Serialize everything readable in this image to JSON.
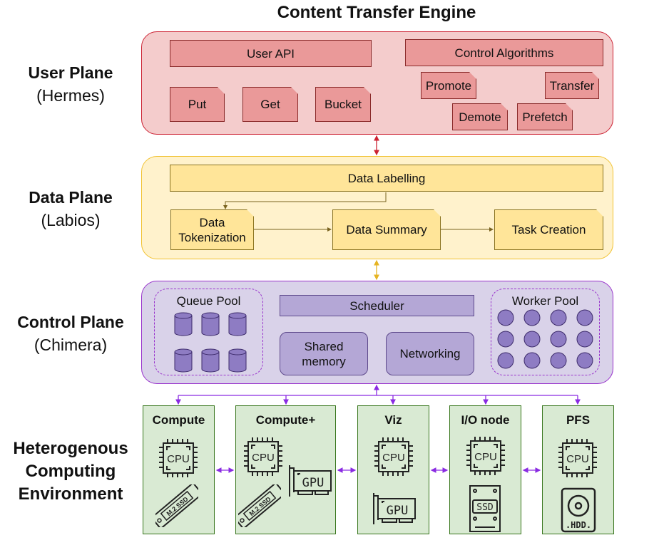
{
  "title": "Content Transfer Engine",
  "planes": {
    "user": {
      "name": "User Plane",
      "sub": "(Hermes)",
      "color": "#f4cccc",
      "border": "#cc2233",
      "user_api": "User API",
      "control_algorithms": "Control Algorithms",
      "api_ops": [
        "Put",
        "Get",
        "Bucket"
      ],
      "algorithms": [
        "Promote",
        "Transfer",
        "Demote",
        "Prefetch"
      ]
    },
    "data": {
      "name": "Data Plane",
      "sub": "(Labios)",
      "color": "#fff2cc",
      "border": "#f1c232",
      "labelling": "Data Labelling",
      "tokenization": "Data Tokenization",
      "summary": "Data Summary",
      "task": "Task Creation"
    },
    "control": {
      "name": "Control Plane",
      "sub": "(Chimera)",
      "color": "#d9d2e9",
      "border": "#9933cc",
      "queue_pool": "Queue Pool",
      "scheduler": "Scheduler",
      "shared_memory": "Shared memory",
      "networking": "Networking",
      "worker_pool": "Worker Pool",
      "queue_count": 6,
      "worker_count": 12
    }
  },
  "environment": {
    "label": "Heterogenous Computing Environment",
    "nodes": [
      {
        "name": "Compute",
        "icons": [
          "cpu-icon",
          "m2-ssd-icon"
        ],
        "cpu_label": "CPU",
        "storage_label": "M.2 SSD"
      },
      {
        "name": "Compute+",
        "icons": [
          "cpu-icon",
          "gpu-icon",
          "m2-ssd-icon"
        ],
        "cpu_label": "CPU",
        "gpu_label": "GPU",
        "storage_label": "M.2 SSD"
      },
      {
        "name": "Viz",
        "icons": [
          "cpu-icon",
          "gpu-icon"
        ],
        "cpu_label": "CPU",
        "gpu_label": "GPU"
      },
      {
        "name": "I/O node",
        "icons": [
          "cpu-icon",
          "ssd-icon"
        ],
        "cpu_label": "CPU",
        "storage_label": "SSD"
      },
      {
        "name": "PFS",
        "icons": [
          "cpu-icon",
          "hdd-icon"
        ],
        "cpu_label": "CPU",
        "storage_label": ".HDD."
      }
    ]
  }
}
